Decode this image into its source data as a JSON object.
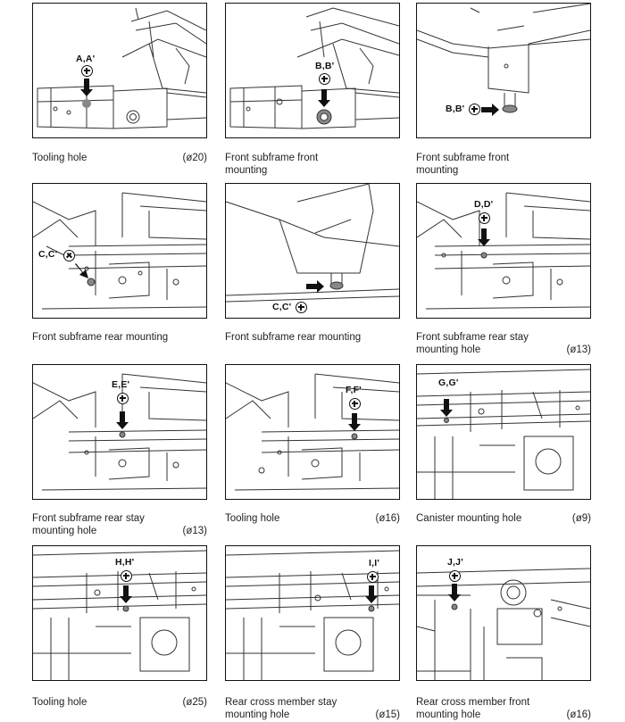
{
  "panels": [
    {
      "callout": "A,A'",
      "caption": "Tooling hole",
      "diameter": "(ø20)"
    },
    {
      "callout": "B,B'",
      "caption": "Front subframe front mounting",
      "diameter": ""
    },
    {
      "callout": "B,B'",
      "caption": "Front subframe front mounting",
      "diameter": ""
    },
    {
      "callout": "C,C'",
      "caption": "Front subframe rear mounting",
      "diameter": ""
    },
    {
      "callout": "C,C'",
      "caption": "Front subframe rear mounting",
      "diameter": ""
    },
    {
      "callout": "D,D'",
      "caption": "Front subframe rear stay mounting hole",
      "diameter": "(ø13)"
    },
    {
      "callout": "E,E'",
      "caption": "Front subframe rear stay mounting hole",
      "diameter": "(ø13)"
    },
    {
      "callout": "F,F'",
      "caption": "Tooling hole",
      "diameter": "(ø16)"
    },
    {
      "callout": "G,G'",
      "caption": "Canister mounting hole",
      "diameter": "(ø9)"
    },
    {
      "callout": "H,H'",
      "caption": "Tooling hole",
      "diameter": "(ø25)"
    },
    {
      "callout": "I,I'",
      "caption": "Rear cross member stay mounting hole",
      "diameter": "(ø15)"
    },
    {
      "callout": "J,J'",
      "caption": "Rear cross member front mounting hole",
      "diameter": "(ø16)"
    }
  ]
}
